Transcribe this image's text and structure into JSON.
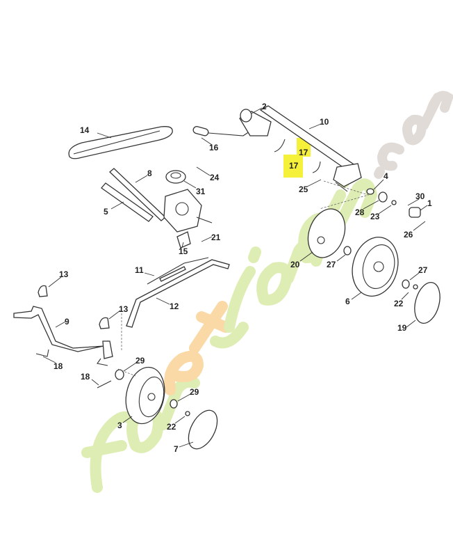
{
  "watermark": {
    "text": "foretjardin.com",
    "colors": {
      "green": "#c9e27a",
      "orange": "#f7b860",
      "grey": "#c8c0b8"
    }
  },
  "highlight_color": "#f5f03a",
  "labels": [
    {
      "id": "l2",
      "text": "2"
    },
    {
      "id": "l10",
      "text": "10"
    },
    {
      "id": "l17a",
      "text": "17",
      "highlighted": true
    },
    {
      "id": "l17b",
      "text": "17",
      "highlighted": true
    },
    {
      "id": "l14",
      "text": "14"
    },
    {
      "id": "l16",
      "text": "16"
    },
    {
      "id": "l8",
      "text": "8"
    },
    {
      "id": "l24",
      "text": "24"
    },
    {
      "id": "l31",
      "text": "31"
    },
    {
      "id": "l5",
      "text": "5"
    },
    {
      "id": "l4",
      "text": "4"
    },
    {
      "id": "l30",
      "text": "30"
    },
    {
      "id": "l1",
      "text": "1"
    },
    {
      "id": "l28",
      "text": "28"
    },
    {
      "id": "l23",
      "text": "23"
    },
    {
      "id": "l25",
      "text": "25"
    },
    {
      "id": "l26",
      "text": "26"
    },
    {
      "id": "l21",
      "text": "21"
    },
    {
      "id": "l15",
      "text": "15"
    },
    {
      "id": "l20",
      "text": "20"
    },
    {
      "id": "l27a",
      "text": "27"
    },
    {
      "id": "l27b",
      "text": "27"
    },
    {
      "id": "l13a",
      "text": "13"
    },
    {
      "id": "l11",
      "text": "11"
    },
    {
      "id": "l12",
      "text": "12"
    },
    {
      "id": "l22a",
      "text": "22"
    },
    {
      "id": "l6",
      "text": "6"
    },
    {
      "id": "l13b",
      "text": "13"
    },
    {
      "id": "l9",
      "text": "9"
    },
    {
      "id": "l19",
      "text": "19"
    },
    {
      "id": "l18a",
      "text": "18"
    },
    {
      "id": "l29a",
      "text": "29"
    },
    {
      "id": "l18b",
      "text": "18"
    },
    {
      "id": "l29b",
      "text": "29"
    },
    {
      "id": "l3",
      "text": "3"
    },
    {
      "id": "l22b",
      "text": "22"
    },
    {
      "id": "l7",
      "text": "7"
    }
  ]
}
